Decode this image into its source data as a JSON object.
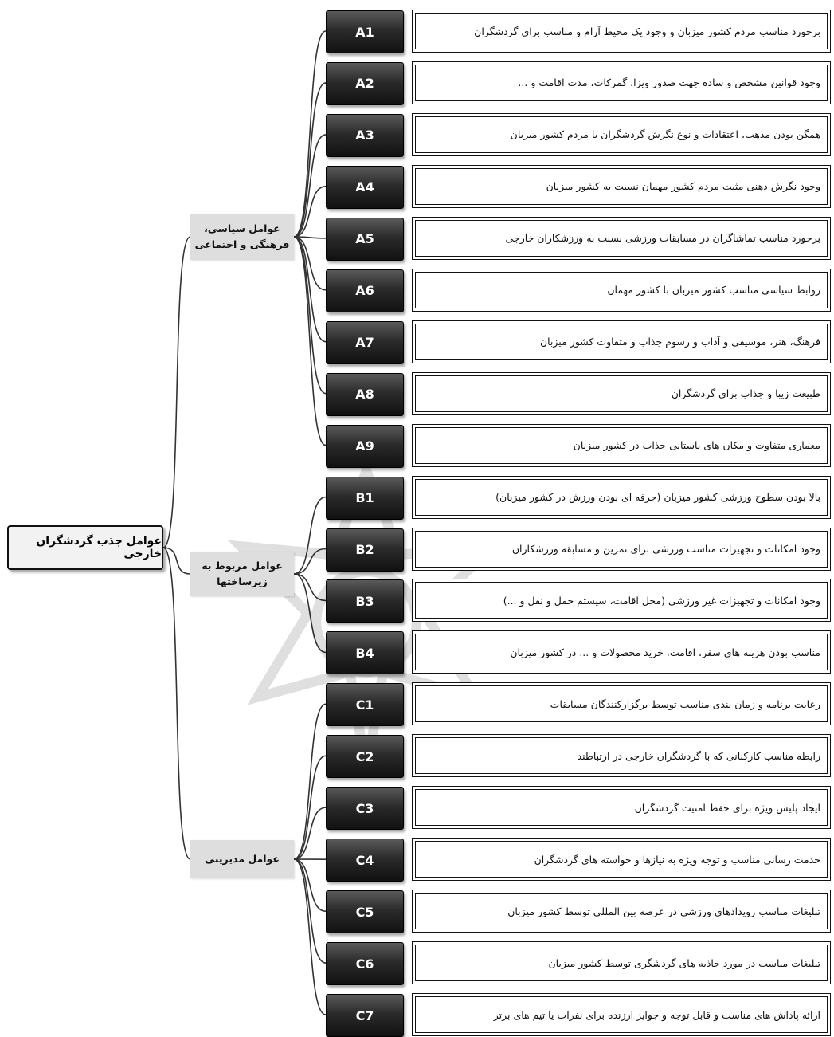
{
  "root": {
    "label": "عوامل جذب گردشگران خارجی"
  },
  "categories": [
    {
      "label": "عوامل سیاسی، فرهنگی و اجتماعی",
      "codes": [
        "A1",
        "A2",
        "A3",
        "A4",
        "A5",
        "A6",
        "A7",
        "A8",
        "A9"
      ]
    },
    {
      "label": "عوامل مربوط به زیرساختها",
      "codes": [
        "B1",
        "B2",
        "B3",
        "B4"
      ]
    },
    {
      "label": "عوامل مدیریتی",
      "codes": [
        "C1",
        "C2",
        "C3",
        "C4",
        "C5",
        "C6",
        "C7"
      ]
    }
  ],
  "items": [
    {
      "code": "A1",
      "text": "برخورد مناسب مردم کشور میزبان و وجود یک محیط آرام و مناسب برای گردشگران"
    },
    {
      "code": "A2",
      "text": "وجود قوانین مشخص و ساده جهت صدور ویزا، گمرکات، مدت اقامت و ..."
    },
    {
      "code": "A3",
      "text": "همگن بودن مذهب، اعتقادات و نوع نگرش گردشگران با مردم کشور میزبان"
    },
    {
      "code": "A4",
      "text": "وجود نگرش ذهنی مثبت مردم کشور مهمان نسبت به کشور میزبان"
    },
    {
      "code": "A5",
      "text": "برخورد مناسب تماشاگران در مسابقات ورزشی نسبت به ورزشکاران خارجی"
    },
    {
      "code": "A6",
      "text": "روابط سیاسی مناسب کشور میزبان با کشور مهمان"
    },
    {
      "code": "A7",
      "text": "فرهنگ، هنر، موسیقی و آداب و رسوم جذاب و متفاوت کشور میزبان"
    },
    {
      "code": "A8",
      "text": "طبیعت زیبا و جذاب برای گردشگران"
    },
    {
      "code": "A9",
      "text": "معماری متفاوت و مکان های باستانی جذاب در کشور میزبان"
    },
    {
      "code": "B1",
      "text": "بالا بودن سطوح ورزشی کشور میزبان (حرفه ای بودن ورزش در کشور میزبان)"
    },
    {
      "code": "B2",
      "text": "وجود امکانات و تجهیزات مناسب ورزشی برای تمرین و مسابقه ورزشکاران"
    },
    {
      "code": "B3",
      "text": "وجود امکانات و تجهیزات غیر ورزشی (محل اقامت، سیستم حمل و نقل و ...)"
    },
    {
      "code": "B4",
      "text": "مناسب بودن هزینه های سفر، اقامت، خرید محصولات و ... در کشور میزبان"
    },
    {
      "code": "C1",
      "text": "رعایت برنامه و زمان بندی مناسب توسط برگزارکنندگان مسابقات"
    },
    {
      "code": "C2",
      "text": "رابطه مناسب کارکنانی که با گردشگران خارجی در ارتباطند"
    },
    {
      "code": "C3",
      "text": "ایجاد پلیس ویژه برای حفظ امنیت گردشگران"
    },
    {
      "code": "C4",
      "text": "خدمت رسانی مناسب و توجه ویژه به نیازها و خواسته های گردشگران"
    },
    {
      "code": "C5",
      "text": "تبلیغات مناسب رویدادهای ورزشی در عرصه بین المللی توسط کشور میزبان"
    },
    {
      "code": "C6",
      "text": "تبلیغات مناسب در مورد جاذبه های گردشگری توسط کشور میزبان"
    },
    {
      "code": "C7",
      "text": "ارائه پاداش های مناسب و قابل توجه و جوایز ارزنده برای نفرات یا تیم های برتر"
    }
  ]
}
